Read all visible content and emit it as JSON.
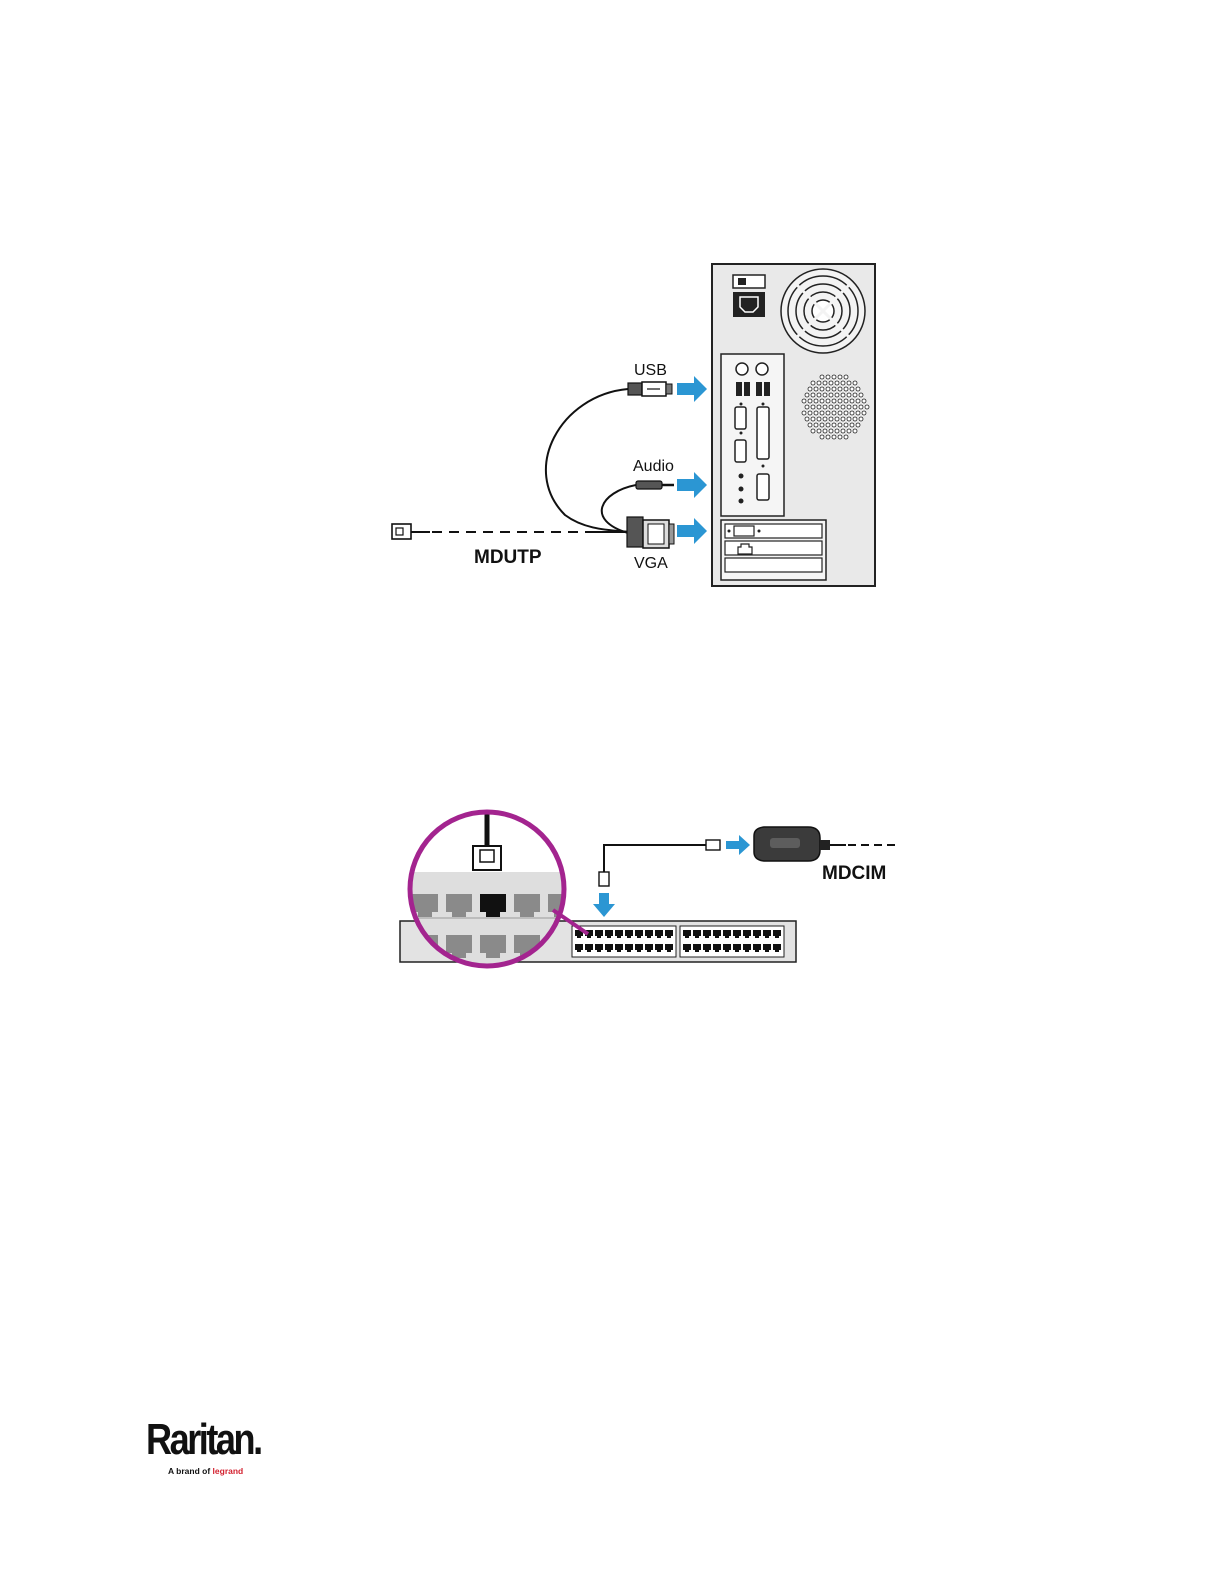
{
  "diagram1": {
    "labels": {
      "usb": "USB",
      "audio": "Audio",
      "vga": "VGA",
      "mdutp": "MDUTP"
    },
    "colors": {
      "arrow": "#2b96d3",
      "outline": "#222222",
      "panel": "#e8e8e8"
    }
  },
  "diagram2": {
    "labels": {
      "mdcim": "MDCIM"
    },
    "colors": {
      "magnifier": "#a3248f",
      "arrow": "#2b96d3",
      "switch": "#e3e3e3"
    }
  },
  "logo": {
    "brand": "Raritan",
    "brand_dot": ".",
    "tagline_prefix": "A brand of ",
    "tagline_brand": "legrand"
  }
}
